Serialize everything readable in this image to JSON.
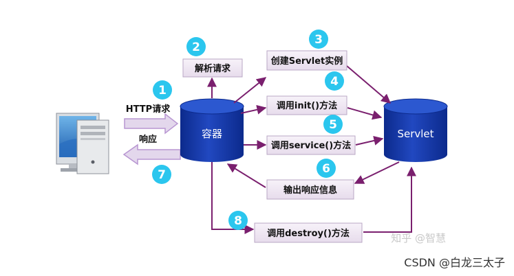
{
  "labels": {
    "http_request": "HTTP请求",
    "response": "响应"
  },
  "containers": {
    "container": "容器",
    "servlet": "Servlet"
  },
  "steps": [
    {
      "num": "1"
    },
    {
      "num": "2",
      "text": "解析请求"
    },
    {
      "num": "3",
      "text": "创建Servlet实例"
    },
    {
      "num": "4",
      "text": "调用init()方法"
    },
    {
      "num": "5",
      "text": "调用service()方法"
    },
    {
      "num": "6",
      "text": "输出响应信息"
    },
    {
      "num": "7"
    },
    {
      "num": "8",
      "text": "调用destroy()方法"
    }
  ],
  "watermarks": {
    "zhihu": "知乎 @智慧",
    "csdn": "CSDN @白龙三太子"
  },
  "colors": {
    "arrow": "#7a1f6e",
    "badge": "#2bc6ee",
    "box_fill": "#efe6f2",
    "box_border": "#b9a7c4",
    "cylinder": "#1838a8",
    "flow_arrow": "#b896d2"
  },
  "icons": {
    "computer": "desktop-computer-icon"
  }
}
